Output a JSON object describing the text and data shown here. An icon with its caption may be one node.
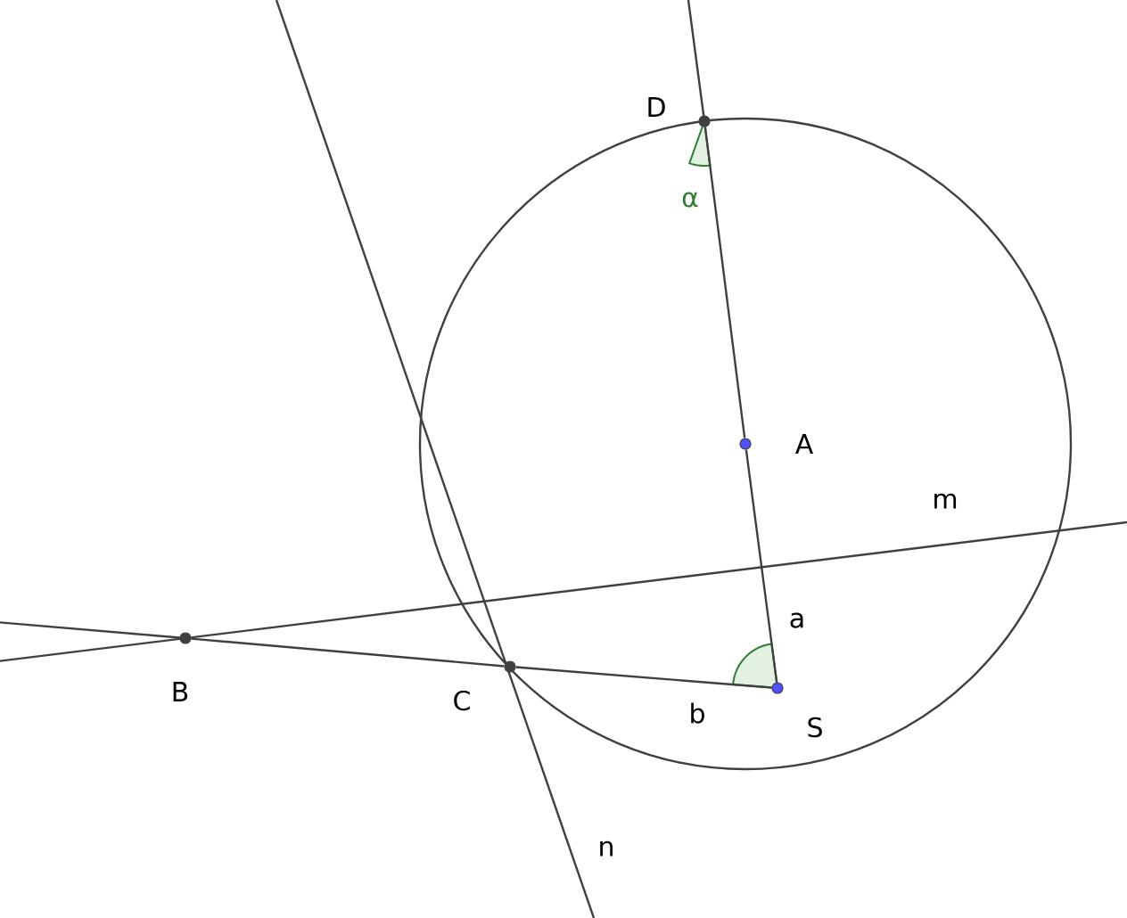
{
  "diagram": {
    "nodes": [
      {
        "text": [
          "D"
        ]
      },
      {
        "text": [
          "A"
        ]
      },
      {
        "text": [
          "S"
        ]
      },
      {
        "text": [
          "B"
        ]
      },
      {
        "text": [
          "C"
        ]
      }
    ],
    "edges": [
      {
        "from": 2,
        "to": 1,
        "arrow": "none",
        "label": "a"
      },
      {
        "from": 1,
        "to": 0,
        "arrow": "none"
      },
      {
        "from": 2,
        "to": 4,
        "arrow": "none",
        "label": "b"
      },
      {
        "from": 4,
        "to": 3,
        "arrow": "none"
      }
    ],
    "labels": [
      "m",
      "n",
      "α"
    ]
  }
}
